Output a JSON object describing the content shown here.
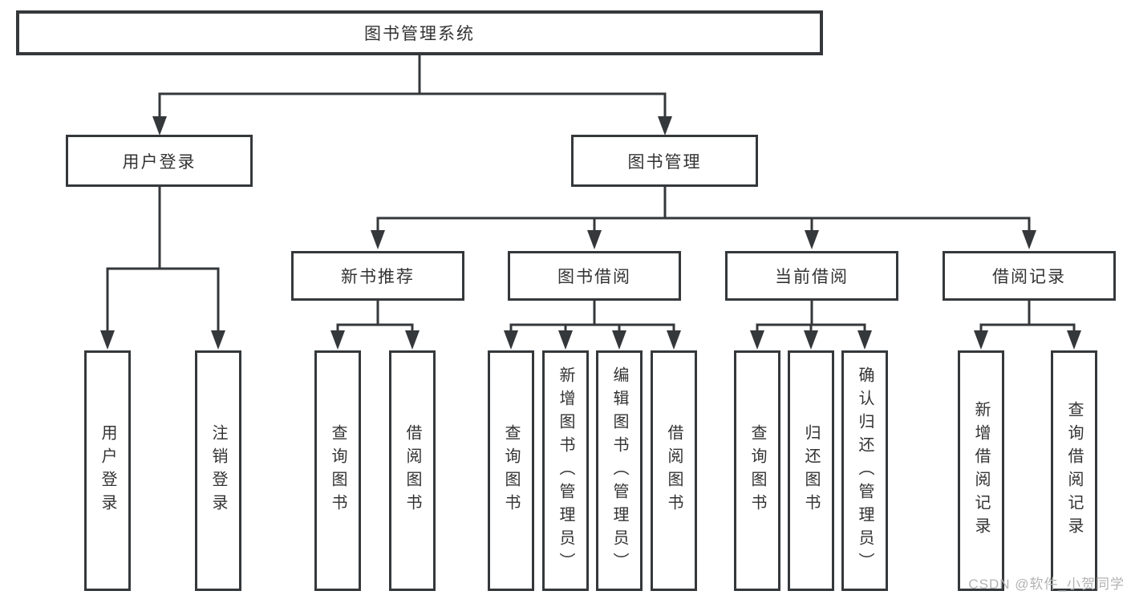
{
  "colors": {
    "background": "#ffffff",
    "line": "#35383b",
    "box_border": "#35383b",
    "text": "#333333",
    "watermark": "#b3b3b3"
  },
  "tree": {
    "root": "图书管理系统",
    "branches": [
      {
        "label": "用户登录",
        "children": [
          {
            "label": "用户登录"
          },
          {
            "label": "注销登录"
          }
        ]
      },
      {
        "label": "图书管理",
        "sections": [
          {
            "label": "新书推荐",
            "children": [
              {
                "label": "查询图书"
              },
              {
                "label": "借阅图书"
              }
            ]
          },
          {
            "label": "图书借阅",
            "children": [
              {
                "label": "查询图书"
              },
              {
                "label": "新增图书（管理员）"
              },
              {
                "label": "编辑图书（管理员）"
              },
              {
                "label": "借阅图书"
              }
            ]
          },
          {
            "label": "当前借阅",
            "children": [
              {
                "label": "查询图书"
              },
              {
                "label": "归还图书"
              },
              {
                "label": "确认归还（管理员）"
              }
            ]
          },
          {
            "label": "借阅记录",
            "children": [
              {
                "label": "新增借阅记录"
              },
              {
                "label": "查询借阅记录"
              }
            ]
          }
        ]
      }
    ]
  },
  "watermark": {
    "text": "CSDN @软件_小贺同学"
  }
}
